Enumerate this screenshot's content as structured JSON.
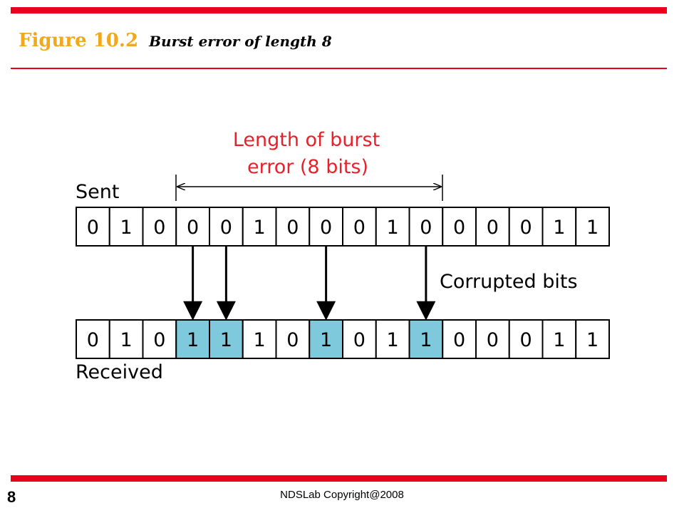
{
  "header": {
    "figure_number": "Figure 10.2",
    "caption": "Burst error of length 8"
  },
  "diagram": {
    "burst_label_line1": "Length of burst",
    "burst_label_line2": "error (8 bits)",
    "sent_label": "Sent",
    "received_label": "Received",
    "corrupted_label": "Corrupted bits",
    "sent_bits": [
      "0",
      "1",
      "0",
      "0",
      "0",
      "1",
      "0",
      "0",
      "0",
      "1",
      "0",
      "0",
      "0",
      "0",
      "1",
      "1"
    ],
    "received_bits": [
      "0",
      "1",
      "0",
      "1",
      "1",
      "1",
      "0",
      "1",
      "0",
      "1",
      "1",
      "0",
      "0",
      "0",
      "1",
      "1"
    ],
    "corrupted_positions": [
      3,
      4,
      7,
      10
    ],
    "colors": {
      "label_red": "#e8202a",
      "highlight": "#7fc9dc",
      "border": "#000000"
    }
  },
  "footer": {
    "page_number": "8",
    "copyright": "NDSLab Copyright@2008"
  }
}
